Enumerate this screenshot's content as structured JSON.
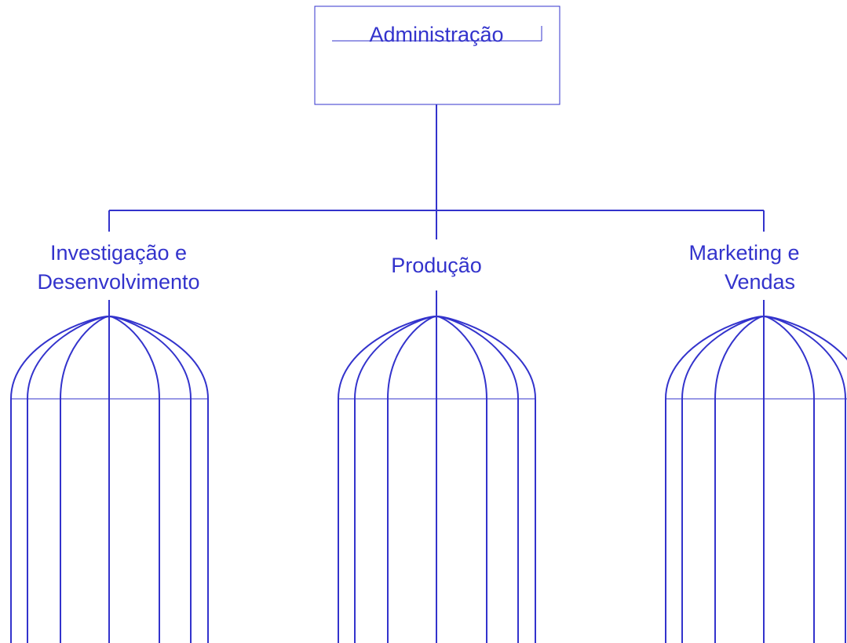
{
  "diagram": {
    "root": {
      "label": "Administração"
    },
    "departments": [
      {
        "id": "investigacao",
        "lines": [
          "Investigação e",
          "Desenvolvimento"
        ]
      },
      {
        "id": "producao",
        "lines": [
          "Produção"
        ]
      },
      {
        "id": "marketing",
        "lines": [
          "Marketing e",
          "Vendas"
        ]
      }
    ],
    "colors": {
      "stroke": "#3333cc",
      "background": "#ffffff"
    }
  }
}
